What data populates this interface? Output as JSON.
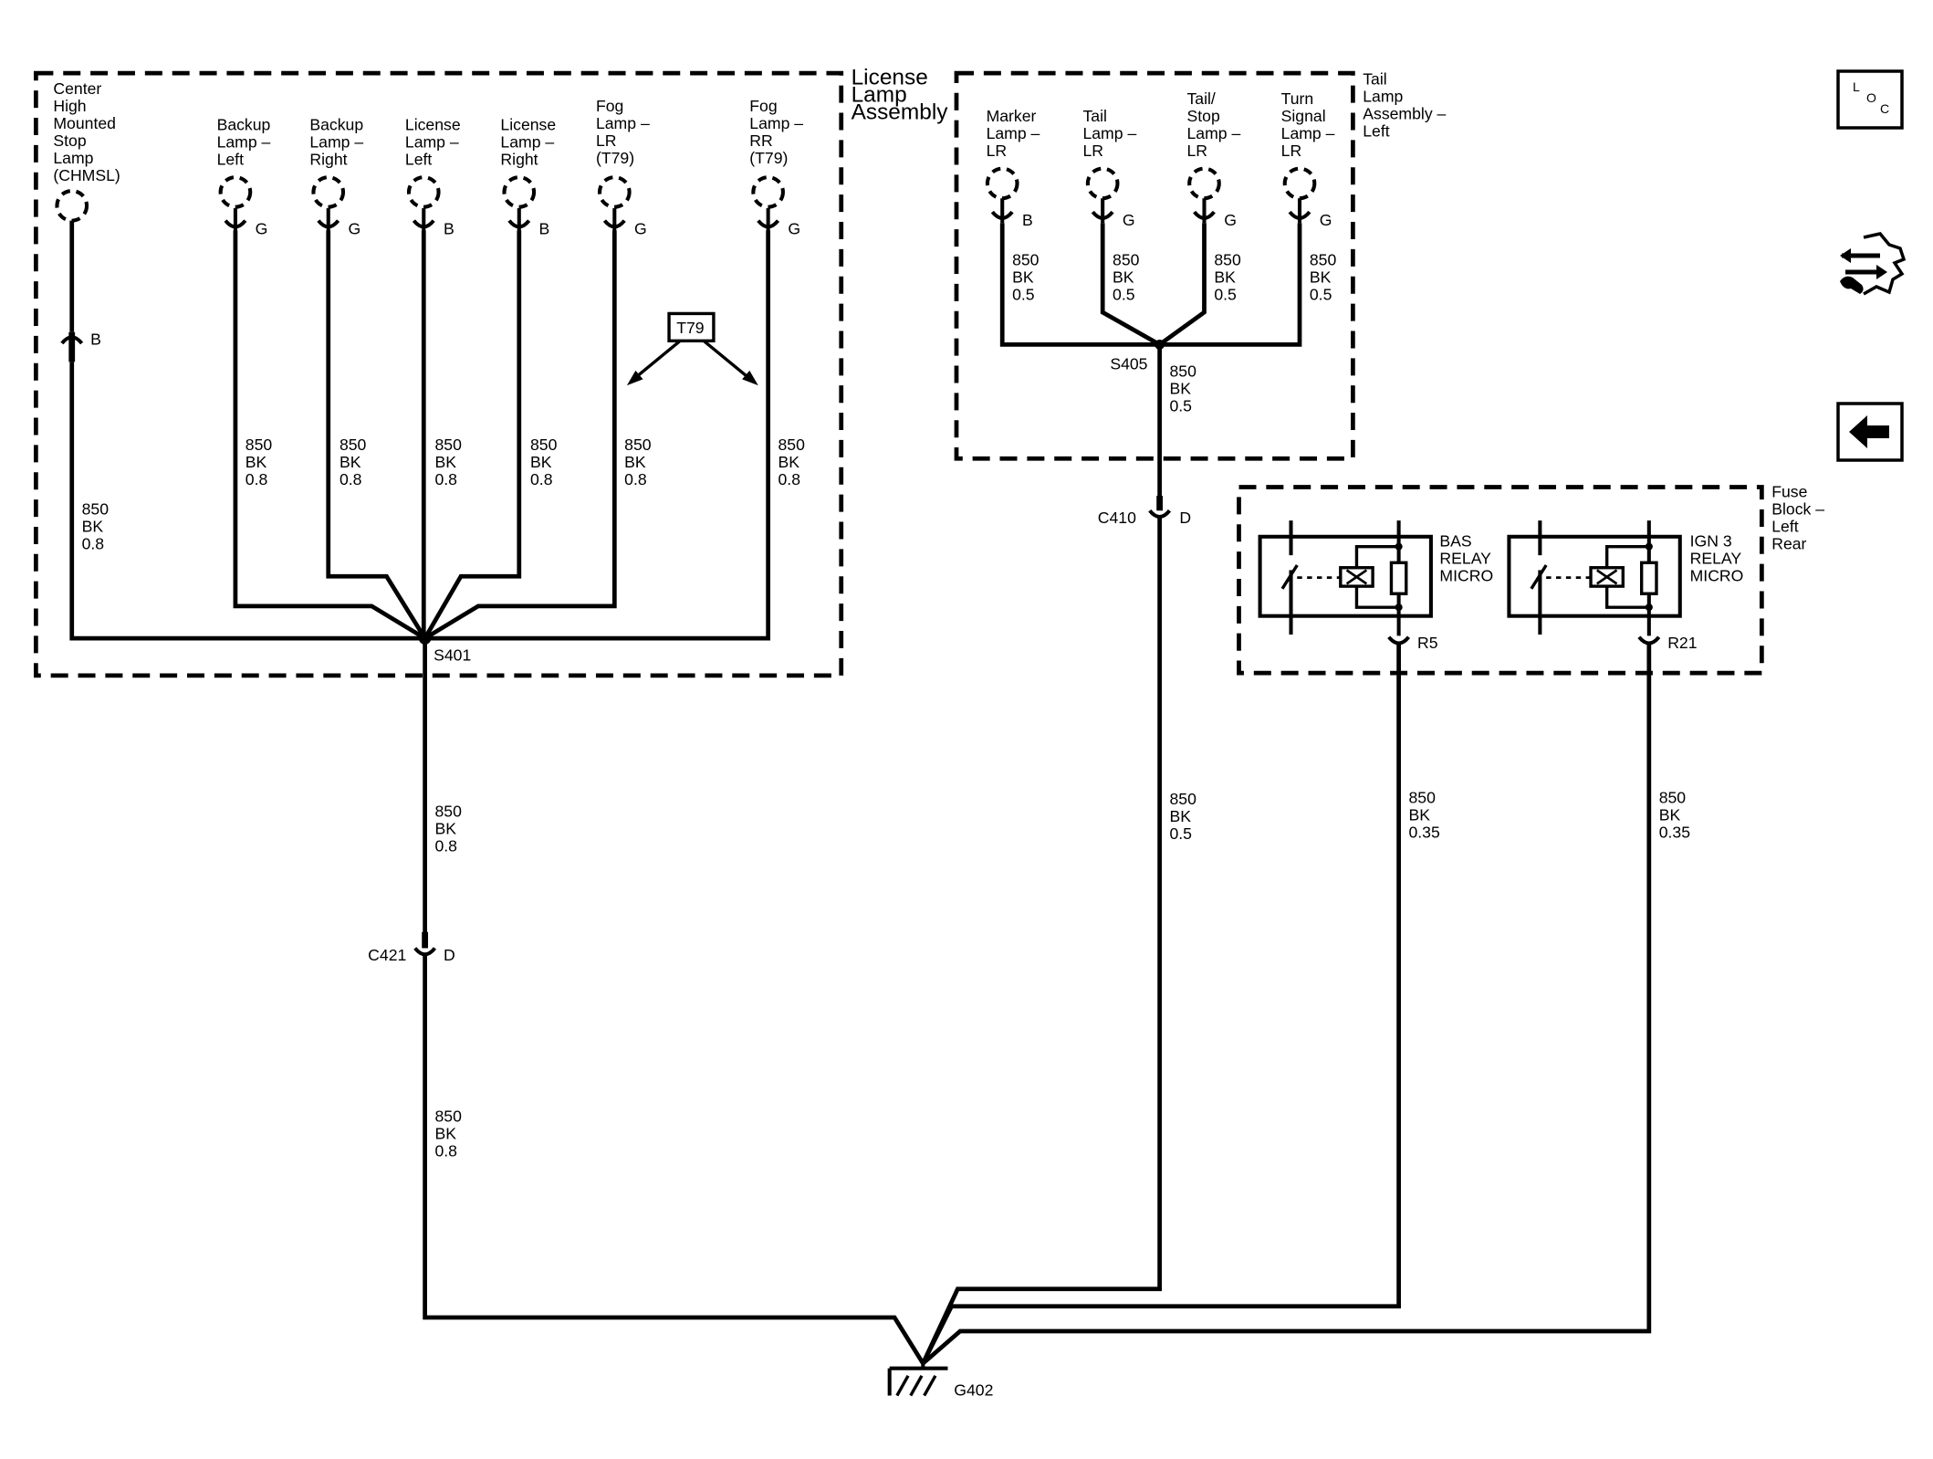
{
  "assemblies": {
    "license": [
      "License",
      "Lamp",
      "Assembly"
    ],
    "tail": [
      "Tail",
      "Lamp",
      "Assembly –",
      "Left"
    ],
    "fuse": [
      "Fuse",
      "Block –",
      "Left",
      "Rear"
    ]
  },
  "license_lamps": [
    {
      "label": [
        "Center",
        "High",
        "Mounted",
        "Stop",
        "Lamp",
        "(CHMSL)"
      ],
      "pin": "B",
      "wire": [
        "850",
        "BK",
        "0.8"
      ]
    },
    {
      "label": [
        "Backup",
        "Lamp –",
        "Left"
      ],
      "pin": "G",
      "wire": [
        "850",
        "BK",
        "0.8"
      ]
    },
    {
      "label": [
        "Backup",
        "Lamp –",
        "Right"
      ],
      "pin": "G",
      "wire": [
        "850",
        "BK",
        "0.8"
      ]
    },
    {
      "label": [
        "License",
        "Lamp –",
        "Left"
      ],
      "pin": "B",
      "wire": [
        "850",
        "BK",
        "0.8"
      ]
    },
    {
      "label": [
        "License",
        "Lamp –",
        "Right"
      ],
      "pin": "B",
      "wire": [
        "850",
        "BK",
        "0.8"
      ]
    },
    {
      "label": [
        "Fog",
        "Lamp –",
        "LR",
        "(T79)"
      ],
      "pin": "G",
      "wire": [
        "850",
        "BK",
        "0.8"
      ]
    },
    {
      "label": [
        "Fog",
        "Lamp –",
        "RR",
        "(T79)"
      ],
      "pin": "G",
      "wire": [
        "850",
        "BK",
        "0.8"
      ]
    }
  ],
  "chmsl_inline_pin": "B",
  "option_box": "T79",
  "tail_lamps": [
    {
      "label": [
        "Marker",
        "Lamp –",
        "LR"
      ],
      "pin": "B",
      "wire": [
        "850",
        "BK",
        "0.5"
      ]
    },
    {
      "label": [
        "Tail",
        "Lamp –",
        "LR"
      ],
      "pin": "G",
      "wire": [
        "850",
        "BK",
        "0.5"
      ]
    },
    {
      "label": [
        "Tail/",
        "Stop",
        "Lamp –",
        "LR"
      ],
      "pin": "G",
      "wire": [
        "850",
        "BK",
        "0.5"
      ]
    },
    {
      "label": [
        "Turn",
        "Signal",
        "Lamp –",
        "LR"
      ],
      "pin": "G",
      "wire": [
        "850",
        "BK",
        "0.5"
      ]
    }
  ],
  "splices": {
    "s401": "S401",
    "s405": "S405"
  },
  "s405_wire": [
    "850",
    "BK",
    "0.5"
  ],
  "connectors": {
    "c421": {
      "name": "C421",
      "pin": "D"
    },
    "c410": {
      "name": "C410",
      "pin": "D"
    }
  },
  "s401_to_c421_wire": [
    "850",
    "BK",
    "0.8"
  ],
  "c421_to_ground_wire": [
    "850",
    "BK",
    "0.8"
  ],
  "c410_to_ground_wire": [
    "850",
    "BK",
    "0.5"
  ],
  "relays": [
    {
      "name": [
        "BAS",
        "RELAY",
        "MICRO"
      ],
      "pin": "R5",
      "wire": [
        "850",
        "BK",
        "0.35"
      ]
    },
    {
      "name": [
        "IGN 3",
        "RELAY",
        "MICRO"
      ],
      "pin": "R21",
      "wire": [
        "850",
        "BK",
        "0.35"
      ]
    }
  ],
  "ground": "G402",
  "nav": {
    "loc": [
      "L",
      "O",
      "C"
    ],
    "icons": [
      "location-view-icon",
      "component-swap-icon",
      "back-arrow-icon"
    ]
  }
}
